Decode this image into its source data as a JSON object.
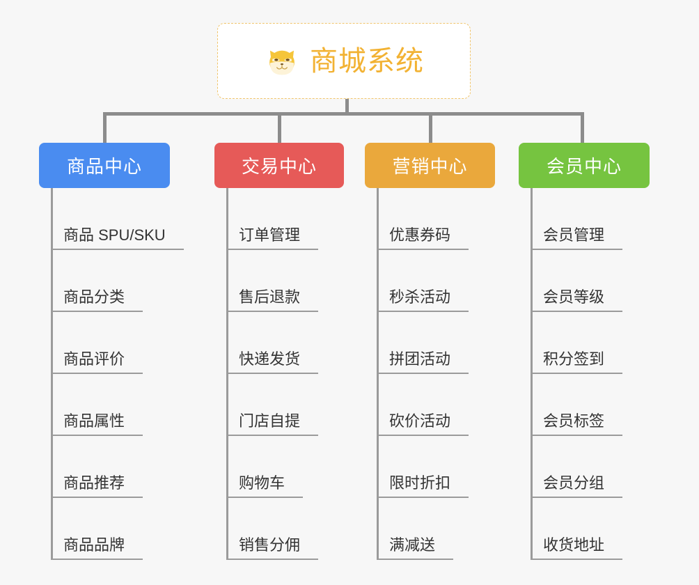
{
  "root": {
    "title": "商城系统",
    "icon": "shiba-dog-icon",
    "border_color": "#f0c46a",
    "text_color": "#f2b233",
    "background": "#ffffff"
  },
  "canvas": {
    "background": "#f7f7f7",
    "connector_color": "#8c8c8c"
  },
  "columns": [
    {
      "title": "商品中心",
      "color": "#4a8cf0",
      "items": [
        "商品 SPU/SKU",
        "商品分类",
        "商品评价",
        "商品属性",
        "商品推荐",
        "商品品牌"
      ]
    },
    {
      "title": "交易中心",
      "color": "#e65a58",
      "items": [
        "订单管理",
        "售后退款",
        "快递发货",
        "门店自提",
        "购物车",
        "销售分佣"
      ]
    },
    {
      "title": "营销中心",
      "color": "#eaa83c",
      "items": [
        "优惠券码",
        "秒杀活动",
        "拼团活动",
        "砍价活动",
        "限时折扣",
        "满减送"
      ]
    },
    {
      "title": "会员中心",
      "color": "#76c440",
      "items": [
        "会员管理",
        "会员等级",
        "积分签到",
        "会员标签",
        "会员分组",
        "收货地址"
      ]
    }
  ]
}
